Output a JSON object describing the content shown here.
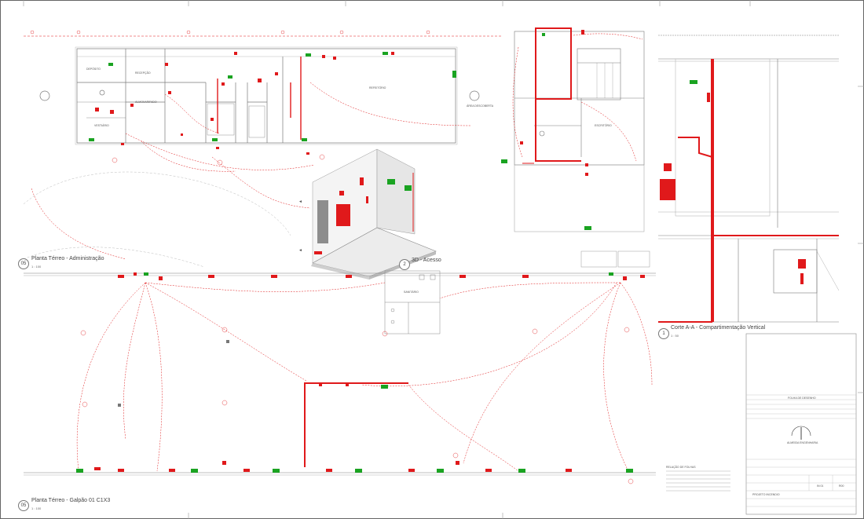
{
  "views": {
    "admin": {
      "number": "05",
      "title": "Planta Térreo - Administração",
      "scale": "1 : 100"
    },
    "access3d": {
      "number": "2",
      "title": "3D - Acesso"
    },
    "section": {
      "number": "1",
      "title": "Corte A-A - Compartimentação Vertical",
      "scale": "1 : 50"
    },
    "galpao": {
      "number": "05",
      "title": "Planta Térreo - Galpão 01 C1X3",
      "scale": "1 : 100"
    }
  },
  "rooms": {
    "deposito": "DEPÓSITO",
    "area_descoberta": "ÁREA DESCOBERTA",
    "recepcao": "RECEPÇÃO",
    "almoxarifado": "ALMOXARIFADO",
    "vestiario": "VESTIÁRIO",
    "refeitorio": "REFEITÓRIO",
    "escritorio": "ESCRITÓRIO",
    "sanitario": "SANITÁRIO"
  },
  "title_block": {
    "header": "FOLHA DE DESENHO",
    "logo_text": "ALMEIDA ENGENHARIA",
    "project": "PROJETO INCENDIO",
    "sheet_code": "IN 01",
    "revision": "R00"
  },
  "legend_heading": "RELAÇÃO DE FOLHAS",
  "colors": {
    "fire_red": "#e0191b",
    "exit_green": "#1aa321",
    "linework": "#8a8a8a"
  },
  "icons": [
    "fire-extinguisher-icon",
    "exit-sign-icon",
    "hydrant-icon",
    "emergency-light-icon"
  ]
}
